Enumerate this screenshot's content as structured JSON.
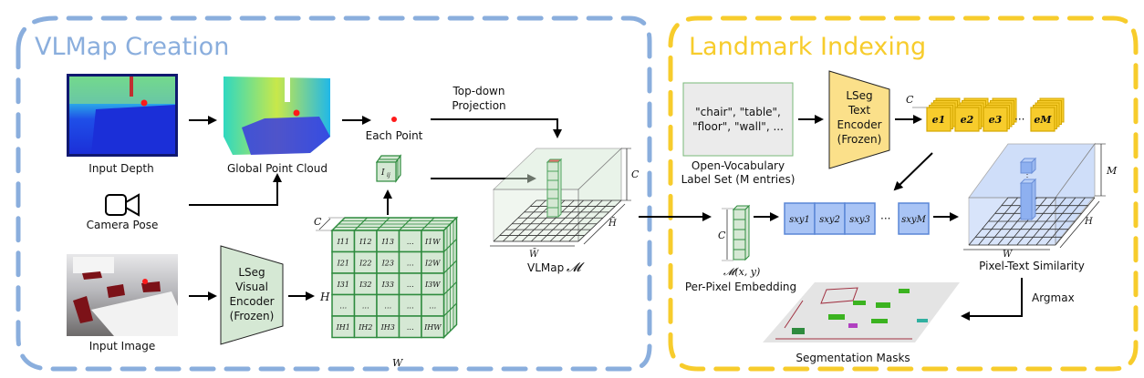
{
  "colors": {
    "vlmap_border": "#8aaedd",
    "landmark_border": "#f7cc2c",
    "encoder_green": "#d5e8d4",
    "feature_green": "#2e8b3e",
    "text_encoder_yellow": "#fbe08a",
    "similarity_blue": "#a9c4f5",
    "label_box_gray": "#ebebeb",
    "highlight_red": "#e84040"
  },
  "sections": {
    "vlmap_creation": {
      "title": "VLMap Creation"
    },
    "landmark_indexing": {
      "title": "Landmark Indexing"
    }
  },
  "vlmap": {
    "input_depth": "Input Depth",
    "global_point_cloud": "Global Point Cloud",
    "each_point": "Each Point",
    "camera_pose": "Camera Pose",
    "input_image": "Input Image",
    "visual_encoder": [
      "LSeg",
      "Visual",
      "Encoder",
      "(Frozen)"
    ],
    "top_down": [
      "Top-down",
      "Projection"
    ],
    "vlmap_label": "VLMap",
    "vlmap_symbol": "𝓜",
    "feature_symbol": "I",
    "feature_symbol_sub": "ij",
    "dims": {
      "C": "C",
      "H": "H",
      "W": "W",
      "Hbar": "H̄",
      "Wbar": "W̄"
    },
    "grid_cells": [
      [
        "I11",
        "I12",
        "I13",
        "…",
        "I1W"
      ],
      [
        "I21",
        "I22",
        "I23",
        "…",
        "I2W"
      ],
      [
        "I31",
        "I32",
        "I33",
        "…",
        "I3W"
      ],
      [
        "…",
        "…",
        "…",
        "…",
        "…"
      ],
      [
        "IH1",
        "IH2",
        "IH3",
        "…",
        "IHW"
      ]
    ]
  },
  "landmark": {
    "label_set_text": [
      "\"chair\", \"table\",",
      "\"floor\", \"wall\", ..."
    ],
    "label_set_caption": [
      "Open-Vocabulary",
      "Label Set (M entries)"
    ],
    "text_encoder": [
      "LSeg",
      "Text",
      "Encoder",
      "(Frozen)"
    ],
    "embeddings": [
      "e1",
      "e2",
      "e3",
      "eM"
    ],
    "similarity_cells": [
      "sxy1",
      "sxy2",
      "sxy3",
      "sxyM"
    ],
    "ellipsis": "···",
    "per_pixel_symbol": "𝓜(x, y)",
    "per_pixel_caption": "Per-Pixel Embedding",
    "pixel_text_similarity": "Pixel-Text Similarity",
    "argmax": "Argmax",
    "segmentation_masks": "Segmentation Masks",
    "dims": {
      "C": "C",
      "M": "M",
      "H": "H",
      "W": "W"
    }
  }
}
